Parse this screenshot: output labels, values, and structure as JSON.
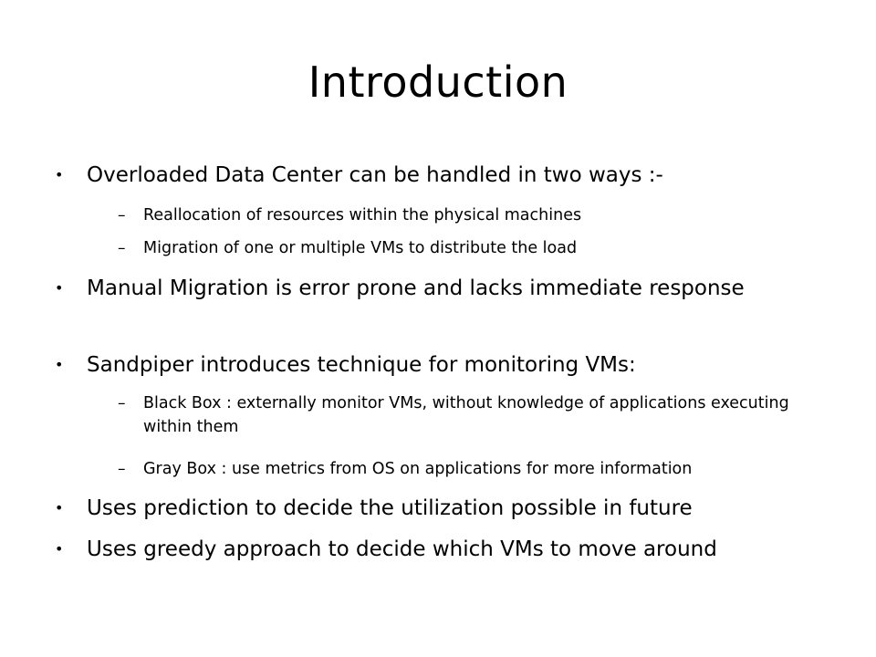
{
  "slide": {
    "title": "Introduction",
    "bullets": [
      "Overloaded Data Center can be handled in two ways :-",
      "Reallocation of resources within the physical machines",
      "Migration of one or multiple VMs to distribute the load",
      "Manual Migration is error prone and lacks immediate response",
      "Sandpiper introduces technique for monitoring VMs:",
      "Black Box : externally monitor VMs, without knowledge of applications executing within them",
      "Gray Box : use metrics from OS on applications for more information",
      "Uses prediction to decide the utilization possible in future",
      "Uses greedy approach to decide which VMs to move around"
    ],
    "markers": {
      "bullet": "•",
      "dash": "–"
    }
  }
}
